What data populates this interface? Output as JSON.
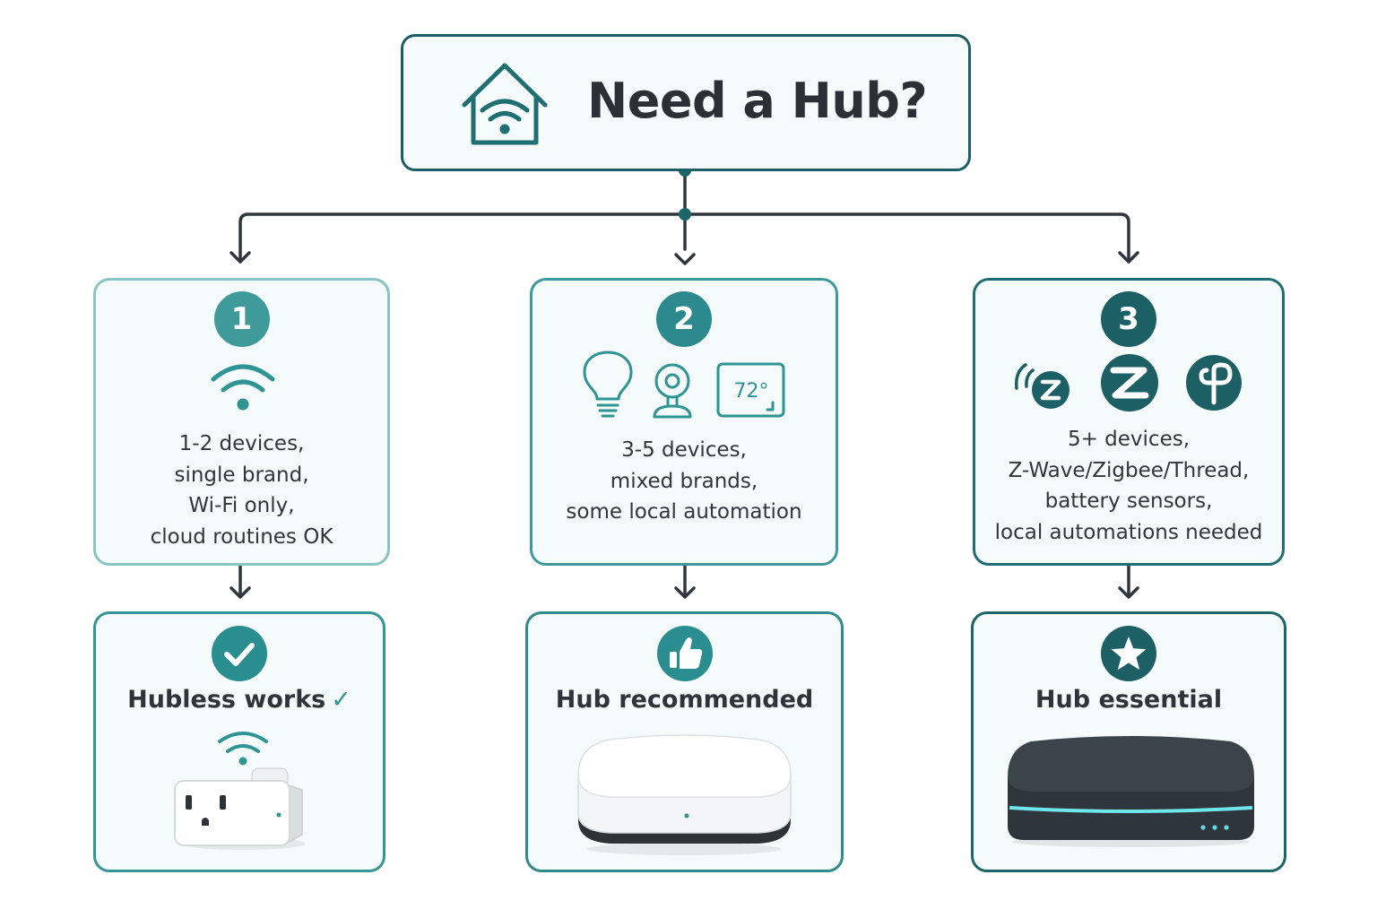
{
  "title": "Need a Hub?",
  "colors": {
    "teal_light": "#3f9a9a",
    "teal": "#2c8a8e",
    "teal_dark": "#1c5f65",
    "connector": "#30363d"
  },
  "conditions": [
    {
      "number": "1",
      "icons": [
        "wifi-icon"
      ],
      "lines": [
        "1-2 devices,",
        "single brand,",
        "Wi-Fi only,",
        "cloud routines OK"
      ]
    },
    {
      "number": "2",
      "icons": [
        "light-bulb-icon",
        "camera-icon",
        "thermostat-icon"
      ],
      "thermostat_reading": "72°",
      "lines": [
        "3-5 devices,",
        "mixed brands,",
        "some local automation"
      ]
    },
    {
      "number": "3",
      "icons": [
        "zwave-icon",
        "zigbee-icon",
        "thread-icon"
      ],
      "lines": [
        "5+ devices,",
        "Z-Wave/Zigbee/Thread,",
        "battery sensors,",
        "local automations needed"
      ]
    }
  ],
  "outcomes": [
    {
      "label": "Hubless works",
      "check": "✓",
      "badge_icon": "checkmark-icon",
      "device": "smart-plug"
    },
    {
      "label": "Hub recommended",
      "badge_icon": "thumbs-up-icon",
      "device": "white-hub"
    },
    {
      "label": "Hub essential",
      "badge_icon": "star-icon",
      "device": "dark-hub"
    }
  ]
}
